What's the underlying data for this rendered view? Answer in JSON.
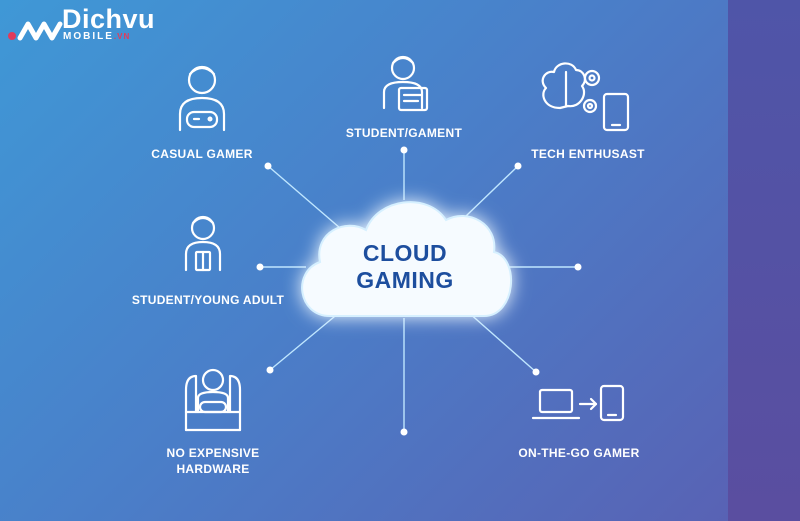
{
  "brand": {
    "name_primary": "Dichvu",
    "name_secondary": "MOBILE",
    "name_suffix": ".VN",
    "accent_color": "#e23b5a"
  },
  "center": {
    "line1": "CLOUD",
    "line2": "GAMING",
    "text_color": "#1d4e9e",
    "icon": "cloud-icon"
  },
  "nodes": [
    {
      "id": "casual-gamer",
      "label": "CASUAL GAMER",
      "icon": "gamer-with-controller-icon"
    },
    {
      "id": "student-gament",
      "label": "STUDENT/GAMENT",
      "icon": "student-with-laptop-icon"
    },
    {
      "id": "tech-enthusast",
      "label": "TECH ENTHUSAST",
      "icon": "brain-gears-phone-icon"
    },
    {
      "id": "student-young-adult",
      "label": "STUDENT/YOUNG ADULT",
      "icon": "student-with-book-icon"
    },
    {
      "id": "no-expensive-hardware",
      "label_line1": "NO EXPENSIVE",
      "label_line2": "HARDWARE",
      "icon": "gamer-on-couch-icon"
    },
    {
      "id": "on-the-go-gamer",
      "label": "ON-THE-GO GAMER",
      "icon": "laptop-to-phone-icon"
    }
  ],
  "colors": {
    "connector": "#bfe6ff",
    "icon_stroke": "#ffffff",
    "background_start": "#3f98d6",
    "background_end": "#5a5fb2"
  }
}
